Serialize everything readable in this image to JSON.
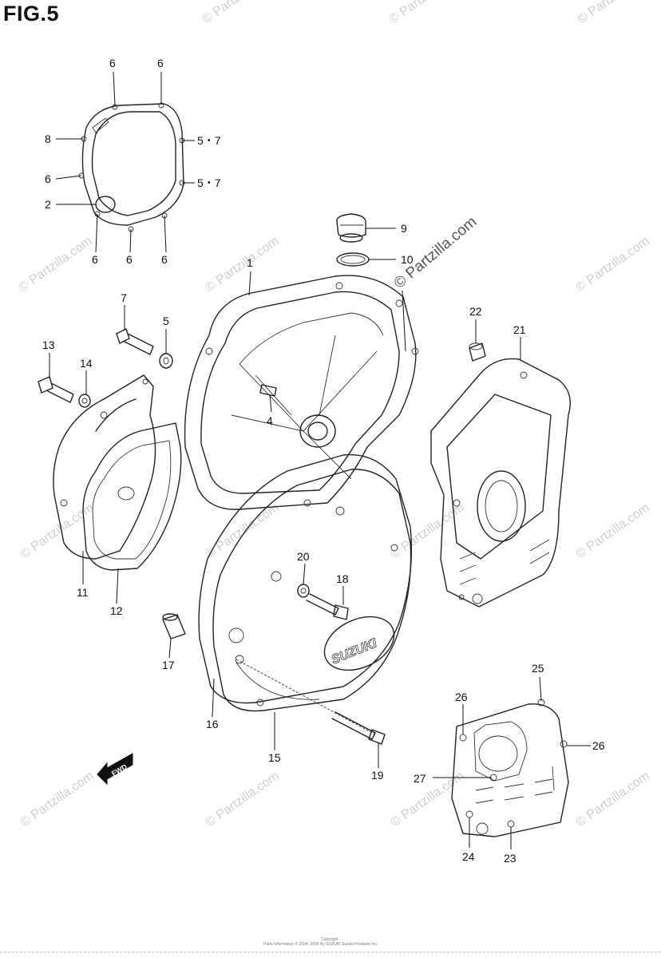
{
  "figure": {
    "title": "FIG.5",
    "watermark": "© Partzilla.com",
    "fwd_mark": "FWD",
    "logo_text": "SUZUKI",
    "copyright_line1": "Copyright",
    "copyright_line2": "Parts Information © 2004. 2005 By SUZUKI Suzuki Products Inc."
  },
  "callouts": [
    {
      "id": "c6a",
      "text": "6"
    },
    {
      "id": "c6b",
      "text": "6"
    },
    {
      "id": "c8",
      "text": "8"
    },
    {
      "id": "c57a",
      "text": "5・7"
    },
    {
      "id": "c6c",
      "text": "6"
    },
    {
      "id": "c57b",
      "text": "5・7"
    },
    {
      "id": "c2",
      "text": "2"
    },
    {
      "id": "c6d",
      "text": "6"
    },
    {
      "id": "c6e",
      "text": "6"
    },
    {
      "id": "c6f",
      "text": "6"
    },
    {
      "id": "c9",
      "text": "9"
    },
    {
      "id": "c10",
      "text": "10"
    },
    {
      "id": "c1",
      "text": "1"
    },
    {
      "id": "c7",
      "text": "7"
    },
    {
      "id": "c5",
      "text": "5"
    },
    {
      "id": "c22",
      "text": "22"
    },
    {
      "id": "c21",
      "text": "21"
    },
    {
      "id": "c13",
      "text": "13"
    },
    {
      "id": "c14",
      "text": "14"
    },
    {
      "id": "c4",
      "text": "4"
    },
    {
      "id": "c11",
      "text": "11"
    },
    {
      "id": "c12",
      "text": "12"
    },
    {
      "id": "c20",
      "text": "20"
    },
    {
      "id": "c18",
      "text": "18"
    },
    {
      "id": "c17",
      "text": "17"
    },
    {
      "id": "c16",
      "text": "16"
    },
    {
      "id": "c15",
      "text": "15"
    },
    {
      "id": "c19",
      "text": "19"
    },
    {
      "id": "c25",
      "text": "25"
    },
    {
      "id": "c26a",
      "text": "26"
    },
    {
      "id": "c26b",
      "text": "26"
    },
    {
      "id": "c27",
      "text": "27"
    },
    {
      "id": "c24",
      "text": "24"
    },
    {
      "id": "c23",
      "text": "23"
    }
  ]
}
